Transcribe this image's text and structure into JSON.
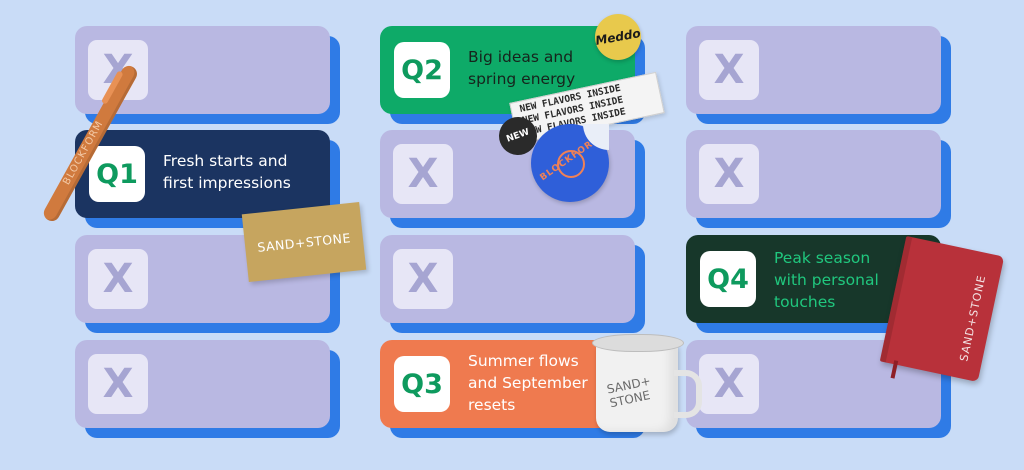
{
  "placeholder_mark": "X",
  "colors": {
    "background": "#c9dcf7",
    "card_empty": "#b9b8e2",
    "shadow": "#2f7be6",
    "q1": "#1b3461",
    "q2": "#0eaa68",
    "q3": "#ef7a4f",
    "q4": "#17372a"
  },
  "quarters": [
    {
      "label": "Q1",
      "line1": "Fresh starts and",
      "line2": "first impressions",
      "color": "#1b3461",
      "text_color": "#ffffff",
      "q_color": "#0e9a5e"
    },
    {
      "label": "Q2",
      "line1": "Big ideas and",
      "line2": "spring energy",
      "color": "#0eaa68",
      "text_color": "#16241c",
      "q_color": "#0e9a5e"
    },
    {
      "label": "Q3",
      "line1": "Summer flows",
      "line2": "and September",
      "line3": "resets",
      "color": "#ef7a4f",
      "text_color": "#ffffff",
      "q_color": "#0e9a5e"
    },
    {
      "label": "Q4",
      "line1": "Peak season",
      "line2": "with personal",
      "line3": "touches",
      "color": "#17372a",
      "text_color": "#20c77e",
      "q_color": "#0e9a5e"
    }
  ],
  "decorations": {
    "pen_text": "BLOCKFORM",
    "card_text": "SAND+STONE",
    "badge_text": "Meddo",
    "ribbon_text": "NEW FLAVORS INSIDE",
    "new_badge_text": "NEW",
    "sticker_text": "BLOCKFORM",
    "mug_line1": "SAND+",
    "mug_line2": "STONE",
    "book_text": "SAND+STONE"
  }
}
